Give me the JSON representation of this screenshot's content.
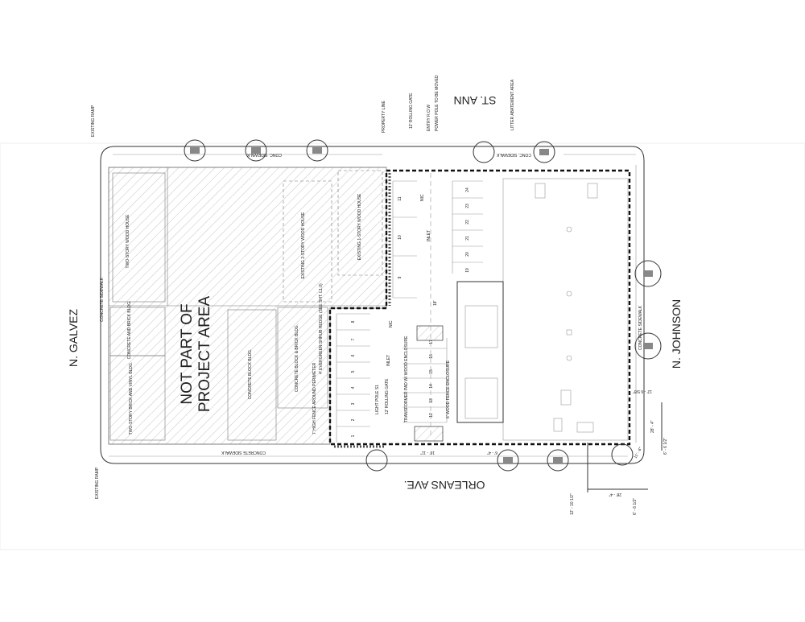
{
  "streets": {
    "north": "ST. ANN",
    "west": "N. GALVEZ",
    "east": "N. JOHNSON",
    "south": "ORLEANS AVE."
  },
  "excluded_area": {
    "line1": "NOT PART OF",
    "line2": "PROJECT AREA"
  },
  "buildings": [
    "TWO-STORY WOOD HOUSE",
    "EXISTING 2-STORY WOOD HOUSE",
    "EXISTING 1-STORY WOOD HOUSE",
    "CONCRETE AND BRICK BLDG.",
    "TWO-STORY BRICK AND VINYL BLDG.",
    "CONCRETE BLOCK BLDG.",
    "CONCRETE BLOCK & BRICK BLDG."
  ],
  "callouts": {
    "property_line": "PROPERTY LINE",
    "rolling_gate_top": "12' ROLLING GATE",
    "entry_row": "ENTRY R.O.W",
    "power_pole": "POWER POLE TO BE MOVED",
    "litter": "LITTER ABATEMENT AREA",
    "ramp_top": "EXISTING RAMP",
    "ramp_bottom": "EXISTING RAMP",
    "sidewalk_top": "CONC. SIDEWALK",
    "sidewalk_top2": "CONC. SIDEWALK",
    "sidewalk_left": "CONCRETE SIDEWALK",
    "sidewalk_bottom": "CONCRETE SIDEWALK",
    "sidewalk_right": "CONCRETE SIDEWALK",
    "fence": "7' HIGH FENCE AROUND PERIMETER",
    "hedge": "4' EVERGREEN SHRUB HEDGE (SEE SHT. L1.0)",
    "light_pole": "LIGHT POLE S1",
    "rolling_gate_bottom": "12' ROLLING GATE",
    "transformer": "TRANSFORMER PAD W/ WOOD ENCLOSURE",
    "wood_fence": "6' WOOD FENCE ENCLOSURE",
    "inlet1": "INLET",
    "inlet2": "INLET",
    "nic1": "NIC",
    "nic2": "NIC",
    "dim_18": "18'"
  },
  "parking_stalls": [
    "1",
    "2",
    "3",
    "4",
    "5",
    "6",
    "7",
    "8",
    "9",
    "10",
    "11",
    "12",
    "13",
    "14",
    "15",
    "16",
    "17",
    "19",
    "20",
    "21",
    "22",
    "23",
    "24"
  ],
  "dimensions": {
    "d1": "12' - 6 5/8\"",
    "d2": "28' - 4\"",
    "d3": "6' - 6 1/2\"",
    "d4": "12' - 10 1/2\"",
    "d5": "28' - 4\"",
    "d6": "6' - 6 1/2\"",
    "d7": "16' - 11\"",
    "d8": "6' - 4\"",
    "d9": "11' - 6\""
  }
}
